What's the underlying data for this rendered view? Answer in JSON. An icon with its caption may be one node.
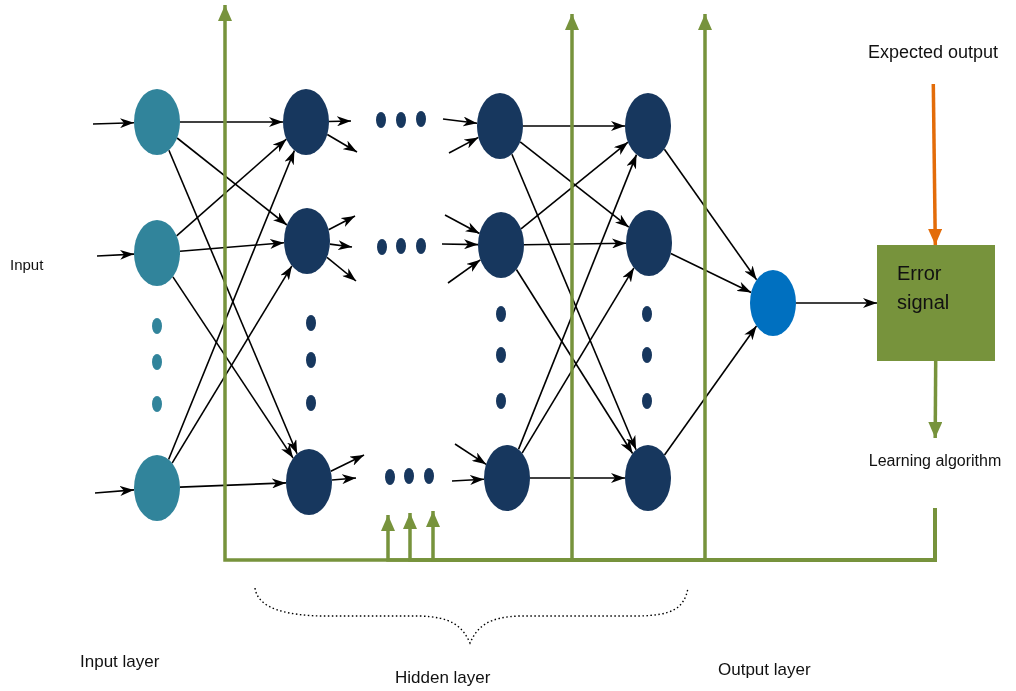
{
  "diagram": {
    "nodes": [
      {
        "text": [],
        "shape": "circle"
      },
      {
        "text": [],
        "shape": "circle"
      },
      {
        "text": [],
        "shape": "circle"
      },
      {
        "text": [],
        "shape": "circle"
      },
      {
        "text": [],
        "shape": "circle"
      },
      {
        "text": [],
        "shape": "circle"
      },
      {
        "text": [],
        "shape": "circle"
      },
      {
        "text": [],
        "shape": "circle"
      },
      {
        "text": [],
        "shape": "circle"
      },
      {
        "text": [],
        "shape": "circle"
      },
      {
        "text": [],
        "shape": "circle"
      },
      {
        "text": [],
        "shape": "circle"
      },
      {
        "text": [],
        "shape": "circle"
      },
      {
        "text": [
          "Expected output"
        ]
      },
      {
        "text": [
          "Error signal"
        ]
      },
      {
        "text": [
          "Learning algorithm"
        ]
      }
    ],
    "edges": [
      {
        "from": null,
        "to": 0,
        "arrow": "to"
      },
      {
        "from": null,
        "to": 1,
        "arrow": "to"
      },
      {
        "from": null,
        "to": 2,
        "arrow": "to"
      },
      {
        "from": 0,
        "to": 3,
        "arrow": "to"
      },
      {
        "from": 0,
        "to": 4,
        "arrow": "to"
      },
      {
        "from": 0,
        "to": 5,
        "arrow": "to"
      },
      {
        "from": 1,
        "to": 3,
        "arrow": "to"
      },
      {
        "from": 1,
        "to": 4,
        "arrow": "to"
      },
      {
        "from": 1,
        "to": 5,
        "arrow": "to"
      },
      {
        "from": 2,
        "to": 3,
        "arrow": "to"
      },
      {
        "from": 2,
        "to": 4,
        "arrow": "to"
      },
      {
        "from": 2,
        "to": 5,
        "arrow": "to"
      },
      {
        "from": 3,
        "to": null,
        "arrow": "to"
      },
      {
        "from": 3,
        "to": null,
        "arrow": "to"
      },
      {
        "from": 4,
        "to": null,
        "arrow": "to"
      },
      {
        "from": 4,
        "to": null,
        "arrow": "to"
      },
      {
        "from": 4,
        "to": null,
        "arrow": "to"
      },
      {
        "from": 5,
        "to": null,
        "arrow": "to"
      },
      {
        "from": 5,
        "to": null,
        "arrow": "to"
      },
      {
        "from": null,
        "to": 6,
        "arrow": "to"
      },
      {
        "from": null,
        "to": 6,
        "arrow": "to"
      },
      {
        "from": null,
        "to": 7,
        "arrow": "to"
      },
      {
        "from": null,
        "to": 7,
        "arrow": "to"
      },
      {
        "from": null,
        "to": 7,
        "arrow": "to"
      },
      {
        "from": null,
        "to": 8,
        "arrow": "to"
      },
      {
        "from": null,
        "to": 8,
        "arrow": "to"
      },
      {
        "from": 6,
        "to": 9,
        "arrow": "to"
      },
      {
        "from": 6,
        "to": 10,
        "arrow": "to"
      },
      {
        "from": 6,
        "to": 11,
        "arrow": "to"
      },
      {
        "from": 7,
        "to": 9,
        "arrow": "to"
      },
      {
        "from": 7,
        "to": 10,
        "arrow": "to"
      },
      {
        "from": 7,
        "to": 11,
        "arrow": "to"
      },
      {
        "from": 8,
        "to": 9,
        "arrow": "to"
      },
      {
        "from": 8,
        "to": 10,
        "arrow": "to"
      },
      {
        "from": 8,
        "to": 11,
        "arrow": "to"
      },
      {
        "from": 9,
        "to": 12,
        "arrow": "to"
      },
      {
        "from": 10,
        "to": 12,
        "arrow": "to"
      },
      {
        "from": 11,
        "to": 12,
        "arrow": "to"
      },
      {
        "from": 12,
        "to": 14,
        "arrow": "to"
      },
      {
        "from": 13,
        "to": 14,
        "arrow": "to",
        "style": "thick",
        "color": "#e36c09"
      },
      {
        "from": 14,
        "to": 15,
        "arrow": "to",
        "style": "thick",
        "color": "#77933c"
      },
      {
        "from": 15,
        "to": null,
        "arrow": "to",
        "style": "thick",
        "color": "#77933c"
      },
      {
        "from": 15,
        "to": null,
        "arrow": "to",
        "style": "thick",
        "color": "#77933c"
      },
      {
        "from": 15,
        "to": null,
        "arrow": "to",
        "style": "thick",
        "color": "#77933c"
      },
      {
        "from": 15,
        "to": null,
        "arrow": "to",
        "style": "thick",
        "color": "#77933c"
      },
      {
        "from": 15,
        "to": null,
        "arrow": "to",
        "style": "thick",
        "color": "#77933c"
      },
      {
        "from": 15,
        "to": null,
        "arrow": "to",
        "style": "thick",
        "color": "#77933c"
      }
    ],
    "labels": [
      "Input",
      "Input layer",
      "Hidden layer",
      "Output layer"
    ]
  }
}
